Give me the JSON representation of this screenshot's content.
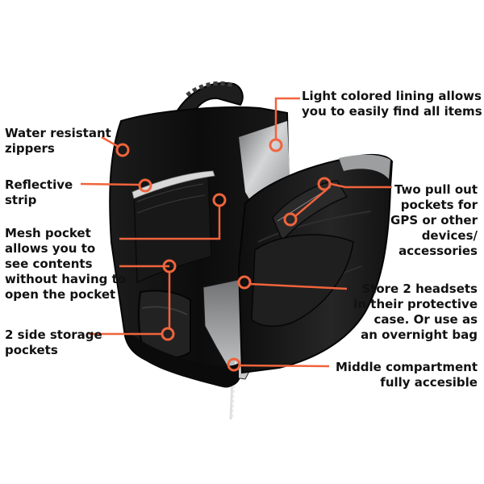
{
  "callouts": {
    "water_resistant": [
      "Water resistant",
      "zippers"
    ],
    "reflective": [
      "Reflective",
      "strip"
    ],
    "mesh_pocket": [
      "Mesh pocket",
      "allows you to",
      "see contents",
      "without having to",
      "open the pocket"
    ],
    "side_pockets": [
      "2 side storage",
      "pockets"
    ],
    "lining": [
      "Light colored lining allows",
      "you to easily find all items"
    ],
    "pull_out": [
      "Two pull out",
      "pockets for",
      "GPS or other",
      "devices/",
      "accessories"
    ],
    "headsets": [
      "Store 2 headsets",
      "in their protective",
      "case. Or use as",
      "an overnight bag"
    ],
    "middle": [
      "Middle compartment",
      "fully accesible"
    ]
  },
  "colors": {
    "callout_line": "#f0643c",
    "label_text": "#111111",
    "bag_body": "#141414",
    "lining": "#b9bbbd"
  }
}
